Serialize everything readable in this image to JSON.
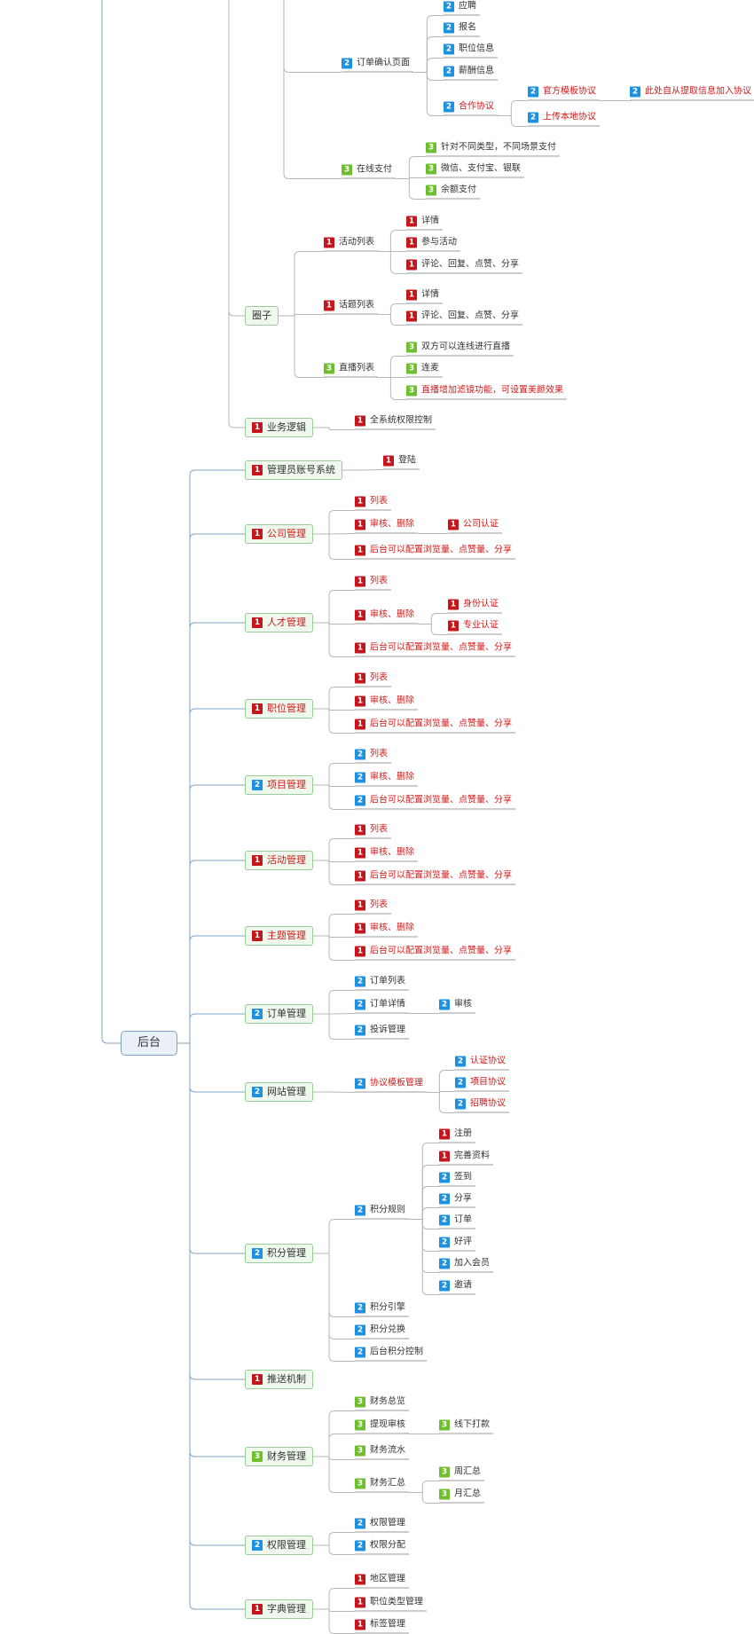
{
  "colors": {
    "p1": "#c4161c",
    "p2": "#1e90e0",
    "p3": "#6fbe2e",
    "red_text": "#d11a1a",
    "link": "#b7b7b7",
    "link_root": "#7fa3c8"
  },
  "tree": [
    {
      "id": "zfcf",
      "label": "",
      "type": "phantom",
      "kids": [
        "ddqr",
        "zxzf"
      ]
    },
    {
      "id": "ddqr",
      "label": "订单确认页面",
      "badge": "2",
      "type": "leaf",
      "kids": [
        "yp",
        "bm",
        "zwxx",
        "xcxx",
        "hzxy"
      ]
    },
    {
      "id": "yp",
      "label": "应聘",
      "badge": "2",
      "type": "leaf"
    },
    {
      "id": "bm",
      "label": "报名",
      "badge": "2",
      "type": "leaf"
    },
    {
      "id": "zwxx",
      "label": "职位信息",
      "badge": "2",
      "type": "leaf"
    },
    {
      "id": "xcxx",
      "label": "薪酬信息",
      "badge": "2",
      "type": "leaf"
    },
    {
      "id": "hzxy",
      "label": "合作协议",
      "badge": "2",
      "type": "leaf",
      "red": true,
      "kids": [
        "gfmb",
        "scbd"
      ]
    },
    {
      "id": "gfmb",
      "label": "官方模板协议",
      "badge": "2",
      "type": "leaf",
      "red": true,
      "kids": [
        "ccz"
      ]
    },
    {
      "id": "ccz",
      "label": "此处自从提取信息加入协议",
      "badge": "2",
      "type": "leaf",
      "red": true
    },
    {
      "id": "scbd",
      "label": "上传本地协议",
      "badge": "2",
      "type": "leaf",
      "red": true
    },
    {
      "id": "zxzf",
      "label": "在线支付",
      "badge": "3",
      "type": "leaf",
      "kids": [
        "zdbt",
        "wxzf",
        "yezf"
      ]
    },
    {
      "id": "zdbt",
      "label": "针对不同类型，不同场景支付",
      "badge": "3",
      "type": "leaf"
    },
    {
      "id": "wxzf",
      "label": "微信、支付宝、银联",
      "badge": "3",
      "type": "leaf"
    },
    {
      "id": "yezf",
      "label": "余额支付",
      "badge": "3",
      "type": "leaf"
    },
    {
      "id": "qz",
      "label": "圈子",
      "type": "box",
      "kids": [
        "hdlb",
        "htlb",
        "zblb"
      ]
    },
    {
      "id": "hdlb",
      "label": "活动列表",
      "badge": "1",
      "type": "leaf",
      "kids": [
        "hd_xq",
        "hd_cy",
        "hd_pl"
      ]
    },
    {
      "id": "hd_xq",
      "label": "详情",
      "badge": "1",
      "type": "leaf"
    },
    {
      "id": "hd_cy",
      "label": "参与活动",
      "badge": "1",
      "type": "leaf"
    },
    {
      "id": "hd_pl",
      "label": "评论、回复、点赞、分享",
      "badge": "1",
      "type": "leaf"
    },
    {
      "id": "htlb",
      "label": "话题列表",
      "badge": "1",
      "type": "leaf",
      "kids": [
        "ht_xq",
        "ht_pl"
      ]
    },
    {
      "id": "ht_xq",
      "label": "详情",
      "badge": "1",
      "type": "leaf"
    },
    {
      "id": "ht_pl",
      "label": "评论、回复、点赞、分享",
      "badge": "1",
      "type": "leaf"
    },
    {
      "id": "zblb",
      "label": "直播列表",
      "badge": "3",
      "type": "leaf",
      "kids": [
        "zb_lx",
        "zb_lm",
        "zb_mr"
      ]
    },
    {
      "id": "zb_lx",
      "label": "双方可以连线进行直播",
      "badge": "3",
      "type": "leaf"
    },
    {
      "id": "zb_lm",
      "label": "连麦",
      "badge": "3",
      "type": "leaf"
    },
    {
      "id": "zb_mr",
      "label": "直播增加滤镜功能，可设置美颜效果",
      "badge": "3",
      "type": "leaf",
      "red": true
    },
    {
      "id": "ywlj",
      "label": "业务逻辑",
      "badge": "1",
      "type": "box",
      "kids": [
        "qxt"
      ]
    },
    {
      "id": "qxt",
      "label": "全系统权限控制",
      "badge": "1",
      "type": "leaf"
    },
    {
      "id": "root",
      "label": "后台",
      "type": "root",
      "kids": [
        "gly",
        "gsgl",
        "rcgl",
        "zwgl",
        "xmgl",
        "hdgl",
        "ztgl",
        "ddgl",
        "wzgl",
        "jfgl",
        "tsjz",
        "cwgl",
        "qxgl",
        "zdgl"
      ]
    },
    {
      "id": "gly",
      "label": "管理员账号系统",
      "badge": "1",
      "type": "box",
      "kids": [
        "dl"
      ]
    },
    {
      "id": "dl",
      "label": "登陆",
      "badge": "1",
      "type": "leaf"
    },
    {
      "id": "gsgl",
      "label": "公司管理",
      "badge": "1",
      "type": "box",
      "red": true,
      "kids": [
        "gs_lb",
        "gs_sh",
        "gs_ht"
      ]
    },
    {
      "id": "gs_lb",
      "label": "列表",
      "badge": "1",
      "type": "leaf",
      "red": true
    },
    {
      "id": "gs_sh",
      "label": "审核、删除",
      "badge": "1",
      "type": "leaf",
      "red": true,
      "kids": [
        "gsrz"
      ]
    },
    {
      "id": "gsrz",
      "label": "公司认证",
      "badge": "1",
      "type": "leaf",
      "red": true
    },
    {
      "id": "gs_ht",
      "label": "后台可以配置浏览量、点赞量、分享",
      "badge": "1",
      "type": "leaf",
      "red": true
    },
    {
      "id": "rcgl",
      "label": "人才管理",
      "badge": "1",
      "type": "box",
      "red": true,
      "kids": [
        "rc_lb",
        "rc_sh",
        "rc_ht"
      ]
    },
    {
      "id": "rc_lb",
      "label": "列表",
      "badge": "1",
      "type": "leaf",
      "red": true
    },
    {
      "id": "rc_sh",
      "label": "审核、删除",
      "badge": "1",
      "type": "leaf",
      "red": true,
      "kids": [
        "sfrz",
        "zyrz"
      ]
    },
    {
      "id": "sfrz",
      "label": "身份认证",
      "badge": "1",
      "type": "leaf",
      "red": true
    },
    {
      "id": "zyrz",
      "label": "专业认证",
      "badge": "1",
      "type": "leaf",
      "red": true
    },
    {
      "id": "rc_ht",
      "label": "后台可以配置浏览量、点赞量、分享",
      "badge": "1",
      "type": "leaf",
      "red": true
    },
    {
      "id": "zwgl",
      "label": "职位管理",
      "badge": "1",
      "type": "box",
      "red": true,
      "kids": [
        "zw_lb",
        "zw_sh",
        "zw_ht"
      ]
    },
    {
      "id": "zw_lb",
      "label": "列表",
      "badge": "1",
      "type": "leaf",
      "red": true
    },
    {
      "id": "zw_sh",
      "label": "审核、删除",
      "badge": "1",
      "type": "leaf",
      "red": true
    },
    {
      "id": "zw_ht",
      "label": "后台可以配置浏览量、点赞量、分享",
      "badge": "1",
      "type": "leaf",
      "red": true
    },
    {
      "id": "xmgl",
      "label": "项目管理",
      "badge": "2",
      "type": "box",
      "red": true,
      "kids": [
        "xm_lb",
        "xm_sh",
        "xm_ht"
      ]
    },
    {
      "id": "xm_lb",
      "label": "列表",
      "badge": "2",
      "type": "leaf",
      "red": true
    },
    {
      "id": "xm_sh",
      "label": "审核、删除",
      "badge": "2",
      "type": "leaf",
      "red": true
    },
    {
      "id": "xm_ht",
      "label": "后台可以配置浏览量、点赞量、分享",
      "badge": "2",
      "type": "leaf",
      "red": true
    },
    {
      "id": "hdgl",
      "label": "活动管理",
      "badge": "1",
      "type": "box",
      "red": true,
      "kids": [
        "hg_lb",
        "hg_sh",
        "hg_ht"
      ]
    },
    {
      "id": "hg_lb",
      "label": "列表",
      "badge": "1",
      "type": "leaf",
      "red": true
    },
    {
      "id": "hg_sh",
      "label": "审核、删除",
      "badge": "1",
      "type": "leaf",
      "red": true
    },
    {
      "id": "hg_ht",
      "label": "后台可以配置浏览量、点赞量、分享",
      "badge": "1",
      "type": "leaf",
      "red": true
    },
    {
      "id": "ztgl",
      "label": "主题管理",
      "badge": "1",
      "type": "box",
      "red": true,
      "kids": [
        "zt_lb",
        "zt_sh",
        "zt_ht"
      ]
    },
    {
      "id": "zt_lb",
      "label": "列表",
      "badge": "1",
      "type": "leaf",
      "red": true
    },
    {
      "id": "zt_sh",
      "label": "审核、删除",
      "badge": "1",
      "type": "leaf",
      "red": true
    },
    {
      "id": "zt_ht",
      "label": "后台可以配置浏览量、点赞量、分享",
      "badge": "1",
      "type": "leaf",
      "red": true
    },
    {
      "id": "ddgl",
      "label": "订单管理",
      "badge": "2",
      "type": "box",
      "kids": [
        "dd_lb",
        "dd_xq",
        "dd_ts"
      ]
    },
    {
      "id": "dd_lb",
      "label": "订单列表",
      "badge": "2",
      "type": "leaf"
    },
    {
      "id": "dd_xq",
      "label": "订单详情",
      "badge": "2",
      "type": "leaf",
      "kids": [
        "dd_sh"
      ]
    },
    {
      "id": "dd_sh",
      "label": "审核",
      "badge": "2",
      "type": "leaf"
    },
    {
      "id": "dd_ts",
      "label": "投诉管理",
      "badge": "2",
      "type": "leaf"
    },
    {
      "id": "wzgl",
      "label": "网站管理",
      "badge": "2",
      "type": "box",
      "kids": [
        "xymb"
      ]
    },
    {
      "id": "xymb",
      "label": "协议模板管理",
      "badge": "2",
      "type": "leaf",
      "red": true,
      "kids": [
        "rzxy",
        "xmxy",
        "zpxy"
      ]
    },
    {
      "id": "rzxy",
      "label": "认证协议",
      "badge": "2",
      "type": "leaf",
      "red": true
    },
    {
      "id": "xmxy",
      "label": "项目协议",
      "badge": "2",
      "type": "leaf",
      "red": true
    },
    {
      "id": "zpxy",
      "label": "招聘协议",
      "badge": "2",
      "type": "leaf",
      "red": true
    },
    {
      "id": "jfgl",
      "label": "积分管理",
      "badge": "2",
      "type": "box",
      "kids": [
        "jfgz",
        "jfyq",
        "jfdh",
        "htjf"
      ]
    },
    {
      "id": "jfgz",
      "label": "积分规则",
      "badge": "2",
      "type": "leaf",
      "kids": [
        "zc",
        "wszl",
        "qd",
        "fx",
        "dd",
        "hp",
        "jrhy",
        "yq"
      ]
    },
    {
      "id": "zc",
      "label": "注册",
      "badge": "1",
      "type": "leaf"
    },
    {
      "id": "wszl",
      "label": "完善资料",
      "badge": "1",
      "type": "leaf"
    },
    {
      "id": "qd",
      "label": "签到",
      "badge": "2",
      "type": "leaf"
    },
    {
      "id": "fx",
      "label": "分享",
      "badge": "2",
      "type": "leaf"
    },
    {
      "id": "dd",
      "label": "订单",
      "badge": "2",
      "type": "leaf"
    },
    {
      "id": "hp",
      "label": "好评",
      "badge": "2",
      "type": "leaf"
    },
    {
      "id": "jrhy",
      "label": "加入会员",
      "badge": "2",
      "type": "leaf"
    },
    {
      "id": "yq",
      "label": "邀请",
      "badge": "2",
      "type": "leaf"
    },
    {
      "id": "jfyq",
      "label": "积分引擎",
      "badge": "2",
      "type": "leaf"
    },
    {
      "id": "jfdh",
      "label": "积分兑换",
      "badge": "2",
      "type": "leaf"
    },
    {
      "id": "htjf",
      "label": "后台积分控制",
      "badge": "2",
      "type": "leaf"
    },
    {
      "id": "tsjz",
      "label": "推送机制",
      "badge": "1",
      "type": "box"
    },
    {
      "id": "cwgl",
      "label": "财务管理",
      "badge": "3",
      "type": "box",
      "kids": [
        "cwzl",
        "txsh",
        "cwls",
        "cwhz"
      ]
    },
    {
      "id": "cwzl",
      "label": "财务总览",
      "badge": "3",
      "type": "leaf"
    },
    {
      "id": "txsh",
      "label": "提现审核",
      "badge": "3",
      "type": "leaf",
      "kids": [
        "xxdk"
      ]
    },
    {
      "id": "xxdk",
      "label": "线下打款",
      "badge": "3",
      "type": "leaf"
    },
    {
      "id": "cwls",
      "label": "财务流水",
      "badge": "3",
      "type": "leaf"
    },
    {
      "id": "cwhz",
      "label": "财务汇总",
      "badge": "3",
      "type": "leaf",
      "kids": [
        "zhz",
        "yhz"
      ]
    },
    {
      "id": "zhz",
      "label": "周汇总",
      "badge": "3",
      "type": "leaf"
    },
    {
      "id": "yhz",
      "label": "月汇总",
      "badge": "3",
      "type": "leaf"
    },
    {
      "id": "qxgl",
      "label": "权限管理",
      "badge": "2",
      "type": "box",
      "kids": [
        "qx_gl",
        "qx_fp"
      ]
    },
    {
      "id": "qx_gl",
      "label": "权限管理",
      "badge": "2",
      "type": "leaf"
    },
    {
      "id": "qx_fp",
      "label": "权限分配",
      "badge": "2",
      "type": "leaf"
    },
    {
      "id": "zdgl",
      "label": "字典管理",
      "badge": "1",
      "type": "box",
      "kids": [
        "dqgl",
        "zwlx",
        "bqgl"
      ]
    },
    {
      "id": "dqgl",
      "label": "地区管理",
      "badge": "1",
      "type": "leaf"
    },
    {
      "id": "zwlx",
      "label": "职位类型管理",
      "badge": "1",
      "type": "leaf"
    },
    {
      "id": "bqgl",
      "label": "标签管理",
      "badge": "1",
      "type": "leaf"
    }
  ]
}
